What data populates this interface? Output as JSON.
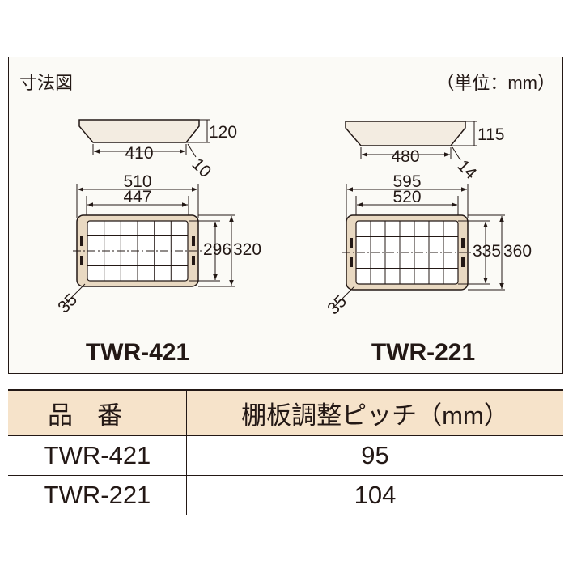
{
  "diagram": {
    "title": "寸法図",
    "unit": "（単位：mm）",
    "models": [
      {
        "name": "TWR-421",
        "height": "120",
        "base_width": "410",
        "flange": "10",
        "outer_width": "510",
        "inner_width": "447",
        "inner_depth": "296",
        "outer_depth": "320",
        "corner": "35"
      },
      {
        "name": "TWR-221",
        "height": "115",
        "base_width": "480",
        "flange": "14",
        "outer_width": "595",
        "inner_width": "520",
        "inner_depth": "335",
        "outer_depth": "360",
        "corner": "35"
      }
    ]
  },
  "table": {
    "headers": [
      "品番",
      "棚板調整ピッチ（mm）"
    ],
    "rows": [
      {
        "model": "TWR-421",
        "pitch": "95"
      },
      {
        "model": "TWR-221",
        "pitch": "104"
      }
    ]
  },
  "colors": {
    "header_bg": "#f6e3ca",
    "tray_fill": "#e9d9c2",
    "line": "#231815"
  }
}
